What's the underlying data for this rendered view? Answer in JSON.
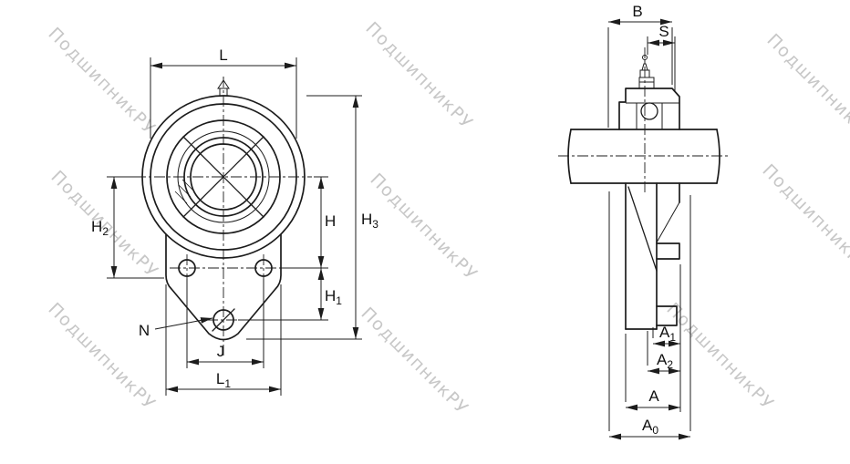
{
  "watermark": {
    "text": "ПодшипникРУ",
    "color": "#c7c7c7"
  },
  "colors": {
    "line": "#1c1c1c",
    "background": "#ffffff"
  },
  "front_view": {
    "title": "flanged-bearing-unit-front-view",
    "labels": {
      "L": {
        "base": "L",
        "sub": ""
      },
      "H2": {
        "base": "H",
        "sub": "2"
      },
      "H": {
        "base": "H",
        "sub": ""
      },
      "H3": {
        "base": "H",
        "sub": "3"
      },
      "H1": {
        "base": "H",
        "sub": "1"
      },
      "N": {
        "base": "N",
        "sub": ""
      },
      "J": {
        "base": "J",
        "sub": ""
      },
      "L1": {
        "base": "L",
        "sub": "1"
      }
    }
  },
  "side_view": {
    "title": "flanged-bearing-unit-side-view",
    "labels": {
      "B": {
        "base": "B",
        "sub": ""
      },
      "S": {
        "base": "S",
        "sub": ""
      },
      "A1": {
        "base": "A",
        "sub": "1"
      },
      "A2": {
        "base": "A",
        "sub": "2"
      },
      "A": {
        "base": "A",
        "sub": ""
      },
      "A0": {
        "base": "A",
        "sub": "0"
      }
    }
  }
}
